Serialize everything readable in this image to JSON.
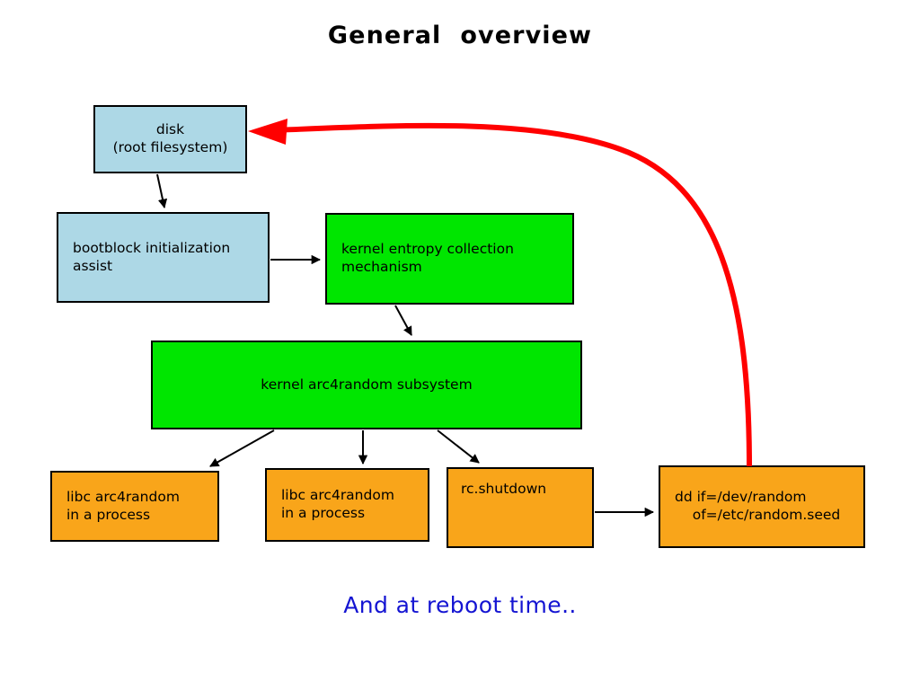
{
  "slide": {
    "title": "General  overview",
    "caption": "And at reboot time..",
    "title_color": "#000000",
    "caption_color": "#1414d2",
    "background": "#ffffff"
  },
  "palette": {
    "disk_fill": "#add8e6",
    "kernel_fill": "#00e600",
    "userland_fill": "#f9a51a",
    "border": "#000000",
    "normal_edge": "#000000",
    "reboot_edge": "#ff0000"
  },
  "nodes": [
    {
      "id": "disk",
      "label": "disk\n(root filesystem)",
      "fill": "#add8e6",
      "text_align": "center"
    },
    {
      "id": "bootblock",
      "label": "bootblock initialization\nassist",
      "fill": "#add8e6",
      "text_align": "left"
    },
    {
      "id": "entropy",
      "label": "kernel entropy collection\nmechanism",
      "fill": "#00e600",
      "text_align": "left"
    },
    {
      "id": "arc4random",
      "label": "kernel arc4random subsystem",
      "fill": "#00e600",
      "text_align": "center"
    },
    {
      "id": "libc_process_1",
      "label": "libc arc4random\nin a process",
      "fill": "#f9a51a",
      "text_align": "left"
    },
    {
      "id": "libc_process_2",
      "label": "libc arc4random\nin a process",
      "fill": "#f9a51a",
      "text_align": "left"
    },
    {
      "id": "rc_shutdown",
      "label": "rc.shutdown",
      "fill": "#f9a51a",
      "text_align": "left"
    },
    {
      "id": "dd_seed",
      "label": "dd if=/dev/random\n    of=/etc/random.seed",
      "fill": "#f9a51a",
      "text_align": "left"
    }
  ],
  "edges": [
    {
      "id": "disk-to-bootblock",
      "from": "disk",
      "to": "bootblock",
      "color": "#000000",
      "style": "straight"
    },
    {
      "id": "bootblock-to-entropy",
      "from": "bootblock",
      "to": "entropy",
      "color": "#000000",
      "style": "straight"
    },
    {
      "id": "entropy-to-arc4random",
      "from": "entropy",
      "to": "arc4random",
      "color": "#000000",
      "style": "straight"
    },
    {
      "id": "arc4random-to-libc1",
      "from": "arc4random",
      "to": "libc_process_1",
      "color": "#000000",
      "style": "straight"
    },
    {
      "id": "arc4random-to-libc2",
      "from": "arc4random",
      "to": "libc_process_2",
      "color": "#000000",
      "style": "straight"
    },
    {
      "id": "arc4random-to-rcshut",
      "from": "arc4random",
      "to": "rc_shutdown",
      "color": "#000000",
      "style": "straight"
    },
    {
      "id": "rcshut-to-dd",
      "from": "rc_shutdown",
      "to": "dd_seed",
      "color": "#000000",
      "style": "straight"
    },
    {
      "id": "dd-to-disk-reboot",
      "from": "dd_seed",
      "to": "disk",
      "color": "#ff0000",
      "style": "curved"
    }
  ]
}
